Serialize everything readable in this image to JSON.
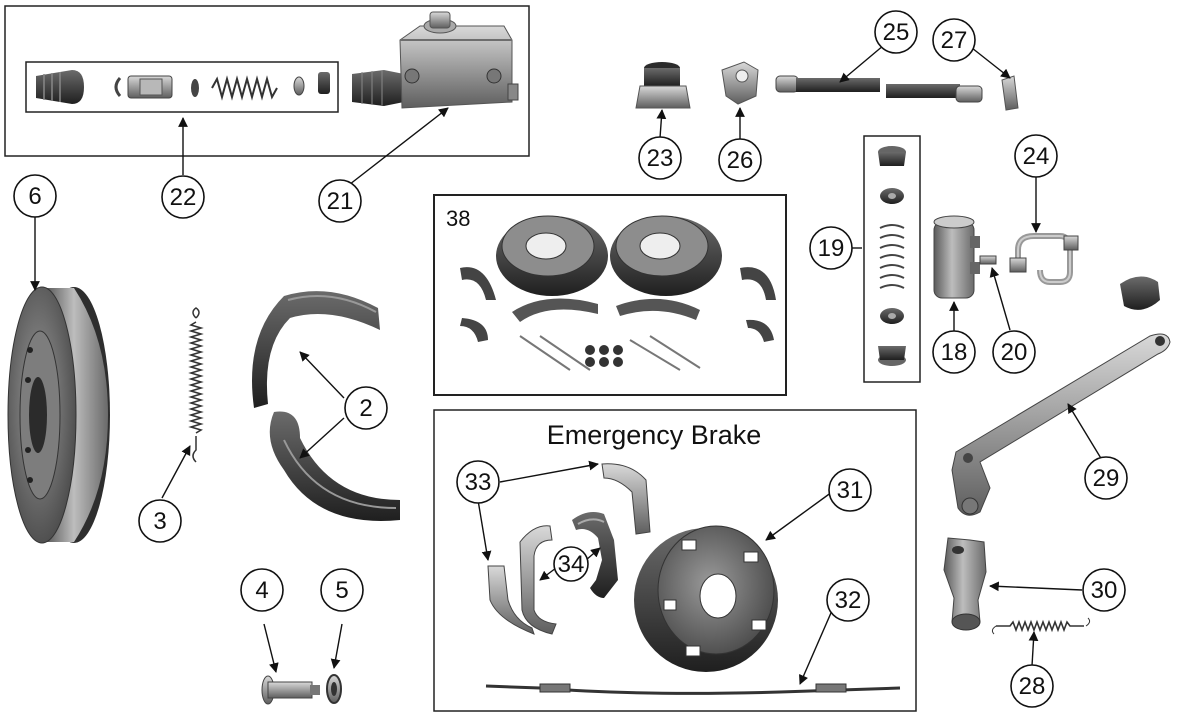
{
  "diagram": {
    "section_titles": {
      "emergency_brake": "Emergency Brake"
    },
    "kit_label": "38",
    "callouts": {
      "c2": "2",
      "c3": "3",
      "c4": "4",
      "c5": "5",
      "c6": "6",
      "c18": "18",
      "c19": "19",
      "c20": "20",
      "c21": "21",
      "c22": "22",
      "c23": "23",
      "c24": "24",
      "c25": "25",
      "c26": "26",
      "c27": "27",
      "c28": "28",
      "c29": "29",
      "c30": "30",
      "c31": "31",
      "c32": "32",
      "c33": "33",
      "c34": "34"
    }
  }
}
